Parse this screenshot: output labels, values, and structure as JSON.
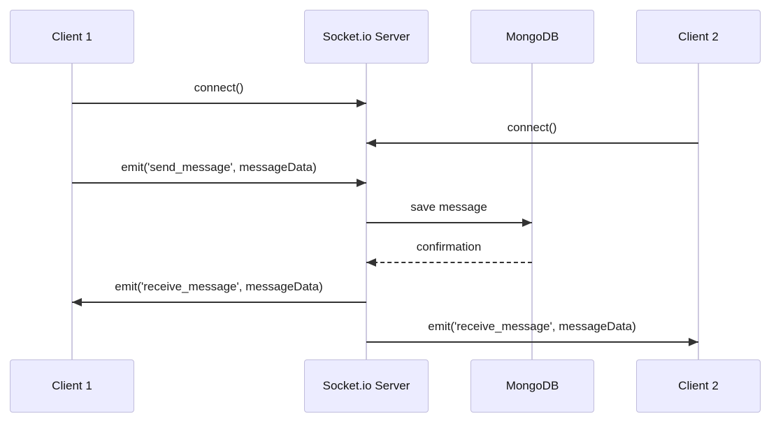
{
  "diagram": {
    "type": "sequence",
    "background_color": "#ffffff",
    "actors": [
      {
        "id": "client1",
        "label": "Client 1"
      },
      {
        "id": "socketio",
        "label": "Socket.io Server"
      },
      {
        "id": "mongodb",
        "label": "MongoDB"
      },
      {
        "id": "client2",
        "label": "Client 2"
      }
    ],
    "messages": [
      {
        "from": "client1",
        "to": "socketio",
        "label": "connect()",
        "line": "solid"
      },
      {
        "from": "client2",
        "to": "socketio",
        "label": "connect()",
        "line": "solid"
      },
      {
        "from": "client1",
        "to": "socketio",
        "label": "emit('send_message', messageData)",
        "line": "solid"
      },
      {
        "from": "socketio",
        "to": "mongodb",
        "label": "save message",
        "line": "solid"
      },
      {
        "from": "mongodb",
        "to": "socketio",
        "label": "confirmation",
        "line": "dashed"
      },
      {
        "from": "socketio",
        "to": "client1",
        "label": "emit('receive_message', messageData)",
        "line": "solid"
      },
      {
        "from": "socketio",
        "to": "client2",
        "label": "emit('receive_message', messageData)",
        "line": "solid"
      }
    ],
    "colors": {
      "actor_fill": "#ECECFF",
      "actor_border": "#c0bcdc",
      "lifeline": "#cdc9e0",
      "arrow": "#333333",
      "text": "#1c1c1c"
    }
  }
}
